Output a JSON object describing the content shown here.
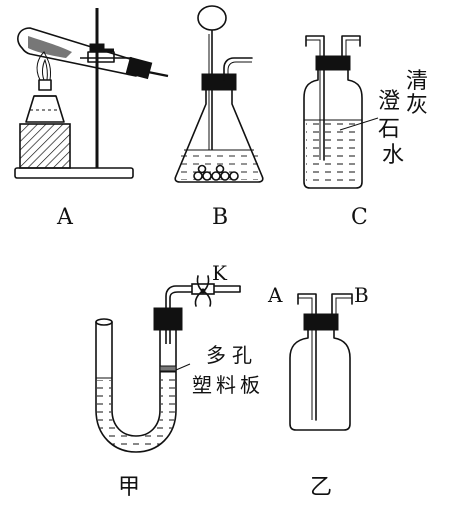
{
  "labels": {
    "apparatus_a": "A",
    "apparatus_b": "B",
    "apparatus_c": "C",
    "clear_limewater": [
      "澄",
      "清",
      "石",
      "灰",
      "水"
    ],
    "clamp_k": "K",
    "port_a": "A",
    "port_b": "B",
    "porous_plate": [
      "多孔",
      "塑料板"
    ],
    "apparatus_jia": "甲",
    "apparatus_yi": "乙"
  }
}
